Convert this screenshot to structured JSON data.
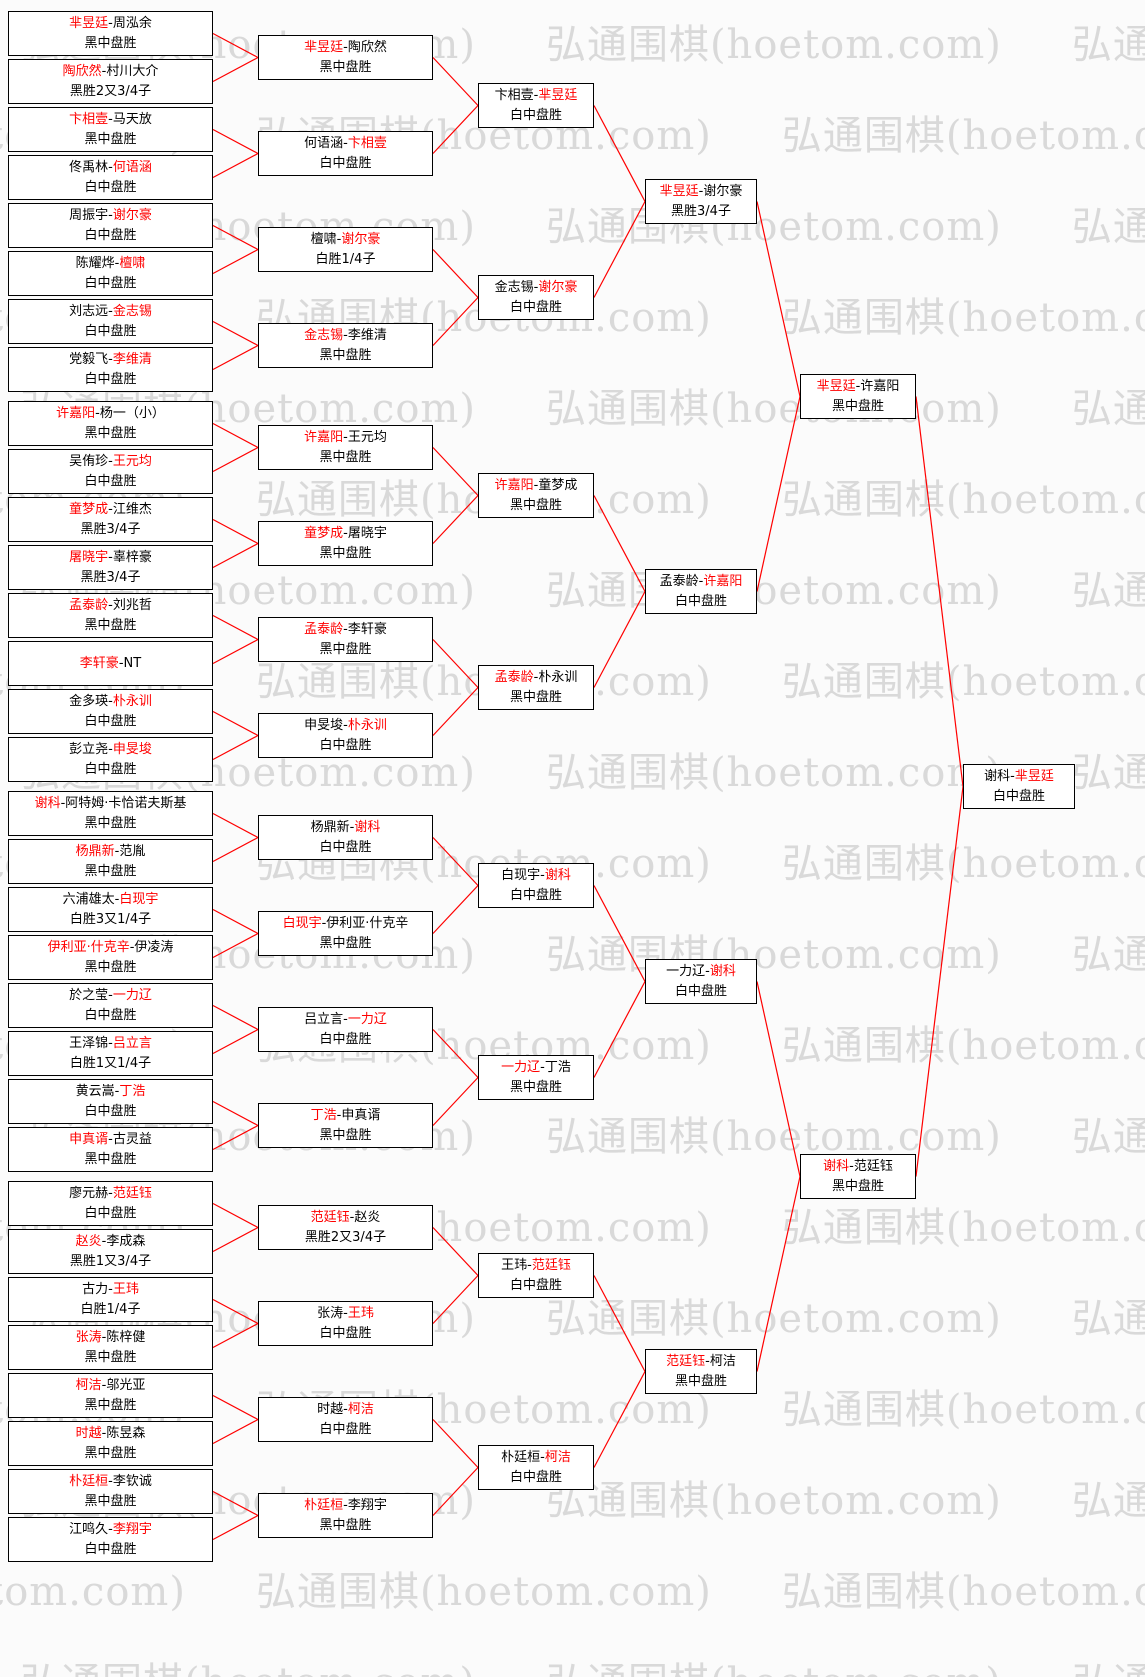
{
  "sep": "-",
  "watermark": {
    "text": "弘通围棋(hoetom.com)"
  },
  "colors": {
    "winner": "#ff0000",
    "connector": "#ff0000",
    "box_border": "#000000",
    "box_background": "#ffffff",
    "watermark": "#d9d9d9",
    "background": "#fbfbfb",
    "text": "#000000"
  },
  "bracket": {
    "rounds": [
      {
        "matches": [
          {
            "p1": "芈昱廷",
            "p2": "周泓余",
            "winner": 1,
            "result": "黑中盘胜"
          },
          {
            "p1": "陶欣然",
            "p2": "村川大介",
            "winner": 1,
            "result": "黑胜2又3/4子"
          },
          {
            "p1": "卞相壹",
            "p2": "马天放",
            "winner": 1,
            "result": "黑中盘胜"
          },
          {
            "p1": "佟禹林",
            "p2": "何语涵",
            "winner": 2,
            "result": "白中盘胜"
          },
          {
            "p1": "周振宇",
            "p2": "谢尔豪",
            "winner": 2,
            "result": "白中盘胜"
          },
          {
            "p1": "陈耀烨",
            "p2": "檀啸",
            "winner": 2,
            "result": "白中盘胜"
          },
          {
            "p1": "刘志远",
            "p2": "金志锡",
            "winner": 2,
            "result": "白中盘胜"
          },
          {
            "p1": "党毅飞",
            "p2": "李维清",
            "winner": 2,
            "result": "白中盘胜"
          },
          {
            "p1": "许嘉阳",
            "p2": "杨一（小）",
            "winner": 1,
            "result": "黑中盘胜"
          },
          {
            "p1": "吴侑珍",
            "p2": "王元均",
            "winner": 2,
            "result": "白中盘胜"
          },
          {
            "p1": "童梦成",
            "p2": "江维杰",
            "winner": 1,
            "result": "黑胜3/4子"
          },
          {
            "p1": "屠晓宇",
            "p2": "辜梓豪",
            "winner": 1,
            "result": "黑胜3/4子"
          },
          {
            "p1": "孟泰龄",
            "p2": "刘兆哲",
            "winner": 1,
            "result": "黑中盘胜"
          },
          {
            "p1": "李轩豪",
            "p2": "NT",
            "winner": 1,
            "result": ""
          },
          {
            "p1": "金多瑛",
            "p2": "朴永训",
            "winner": 2,
            "result": "白中盘胜"
          },
          {
            "p1": "彭立尧",
            "p2": "申旻埈",
            "winner": 2,
            "result": "白中盘胜"
          },
          {
            "p1": "谢科",
            "p2": "阿特姆·卡恰诺夫斯基",
            "winner": 1,
            "result": "黑中盘胜"
          },
          {
            "p1": "杨鼎新",
            "p2": "范胤",
            "winner": 1,
            "result": "黑中盘胜"
          },
          {
            "p1": "六浦雄太",
            "p2": "白现宇",
            "winner": 2,
            "result": "白胜3又1/4子"
          },
          {
            "p1": "伊利亚·什克辛",
            "p2": "伊凌涛",
            "winner": 1,
            "result": "黑中盘胜"
          },
          {
            "p1": "於之莹",
            "p2": "一力辽",
            "winner": 2,
            "result": "白中盘胜"
          },
          {
            "p1": "王泽锦",
            "p2": "吕立言",
            "winner": 2,
            "result": "白胜1又1/4子"
          },
          {
            "p1": "黄云嵩",
            "p2": "丁浩",
            "winner": 2,
            "result": "白中盘胜"
          },
          {
            "p1": "申真谞",
            "p2": "古灵益",
            "winner": 1,
            "result": "黑中盘胜"
          },
          {
            "p1": "廖元赫",
            "p2": "范廷钰",
            "winner": 2,
            "result": "白中盘胜"
          },
          {
            "p1": "赵炎",
            "p2": "李成森",
            "winner": 1,
            "result": "黑胜1又3/4子"
          },
          {
            "p1": "古力",
            "p2": "王玮",
            "winner": 2,
            "result": "白胜1/4子"
          },
          {
            "p1": "张涛",
            "p2": "陈梓健",
            "winner": 1,
            "result": "黑中盘胜"
          },
          {
            "p1": "柯洁",
            "p2": "邬光亚",
            "winner": 1,
            "result": "黑中盘胜"
          },
          {
            "p1": "时越",
            "p2": "陈昱森",
            "winner": 1,
            "result": "黑中盘胜"
          },
          {
            "p1": "朴廷桓",
            "p2": "李钦诚",
            "winner": 1,
            "result": "黑中盘胜"
          },
          {
            "p1": "江鸣久",
            "p2": "李翔宇",
            "winner": 2,
            "result": "白中盘胜"
          }
        ]
      },
      {
        "matches": [
          {
            "p1": "芈昱廷",
            "p2": "陶欣然",
            "winner": 1,
            "result": "黑中盘胜"
          },
          {
            "p1": "何语涵",
            "p2": "卞相壹",
            "winner": 2,
            "result": "白中盘胜"
          },
          {
            "p1": "檀啸",
            "p2": "谢尔豪",
            "winner": 2,
            "result": "白胜1/4子"
          },
          {
            "p1": "金志锡",
            "p2": "李维清",
            "winner": 1,
            "result": "黑中盘胜"
          },
          {
            "p1": "许嘉阳",
            "p2": "王元均",
            "winner": 1,
            "result": "黑中盘胜"
          },
          {
            "p1": "童梦成",
            "p2": "屠晓宇",
            "winner": 1,
            "result": "黑中盘胜"
          },
          {
            "p1": "孟泰龄",
            "p2": "李轩豪",
            "winner": 1,
            "result": "黑中盘胜"
          },
          {
            "p1": "申旻埈",
            "p2": "朴永训",
            "winner": 2,
            "result": "白中盘胜"
          },
          {
            "p1": "杨鼎新",
            "p2": "谢科",
            "winner": 2,
            "result": "白中盘胜"
          },
          {
            "p1": "白现宇",
            "p2": "伊利亚·什克辛",
            "winner": 1,
            "result": "黑中盘胜"
          },
          {
            "p1": "吕立言",
            "p2": "一力辽",
            "winner": 2,
            "result": "白中盘胜"
          },
          {
            "p1": "丁浩",
            "p2": "申真谞",
            "winner": 1,
            "result": "黑中盘胜"
          },
          {
            "p1": "范廷钰",
            "p2": "赵炎",
            "winner": 1,
            "result": "黑胜2又3/4子"
          },
          {
            "p1": "张涛",
            "p2": "王玮",
            "winner": 2,
            "result": "白中盘胜"
          },
          {
            "p1": "时越",
            "p2": "柯洁",
            "winner": 2,
            "result": "白中盘胜"
          },
          {
            "p1": "朴廷桓",
            "p2": "李翔宇",
            "winner": 1,
            "result": "黑中盘胜"
          }
        ]
      },
      {
        "matches": [
          {
            "p1": "卞相壹",
            "p2": "芈昱廷",
            "winner": 2,
            "result": "白中盘胜"
          },
          {
            "p1": "金志锡",
            "p2": "谢尔豪",
            "winner": 2,
            "result": "白中盘胜"
          },
          {
            "p1": "许嘉阳",
            "p2": "童梦成",
            "winner": 1,
            "result": "黑中盘胜"
          },
          {
            "p1": "孟泰龄",
            "p2": "朴永训",
            "winner": 1,
            "result": "黑中盘胜"
          },
          {
            "p1": "白现宇",
            "p2": "谢科",
            "winner": 2,
            "result": "白中盘胜"
          },
          {
            "p1": "一力辽",
            "p2": "丁浩",
            "winner": 1,
            "result": "黑中盘胜"
          },
          {
            "p1": "王玮",
            "p2": "范廷钰",
            "winner": 2,
            "result": "白中盘胜"
          },
          {
            "p1": "朴廷桓",
            "p2": "柯洁",
            "winner": 2,
            "result": "白中盘胜"
          }
        ]
      },
      {
        "matches": [
          {
            "p1": "芈昱廷",
            "p2": "谢尔豪",
            "winner": 1,
            "result": "黑胜3/4子"
          },
          {
            "p1": "孟泰龄",
            "p2": "许嘉阳",
            "winner": 2,
            "result": "白中盘胜"
          },
          {
            "p1": "一力辽",
            "p2": "谢科",
            "winner": 2,
            "result": "白中盘胜"
          },
          {
            "p1": "范廷钰",
            "p2": "柯洁",
            "winner": 1,
            "result": "黑中盘胜"
          }
        ]
      },
      {
        "matches": [
          {
            "p1": "芈昱廷",
            "p2": "许嘉阳",
            "winner": 1,
            "result": "黑中盘胜"
          },
          {
            "p1": "谢科",
            "p2": "范廷钰",
            "winner": 1,
            "result": "黑中盘胜"
          }
        ]
      },
      {
        "matches": [
          {
            "p1": "谢科",
            "p2": "芈昱廷",
            "winner": 2,
            "result": "白中盘胜"
          }
        ]
      }
    ]
  }
}
